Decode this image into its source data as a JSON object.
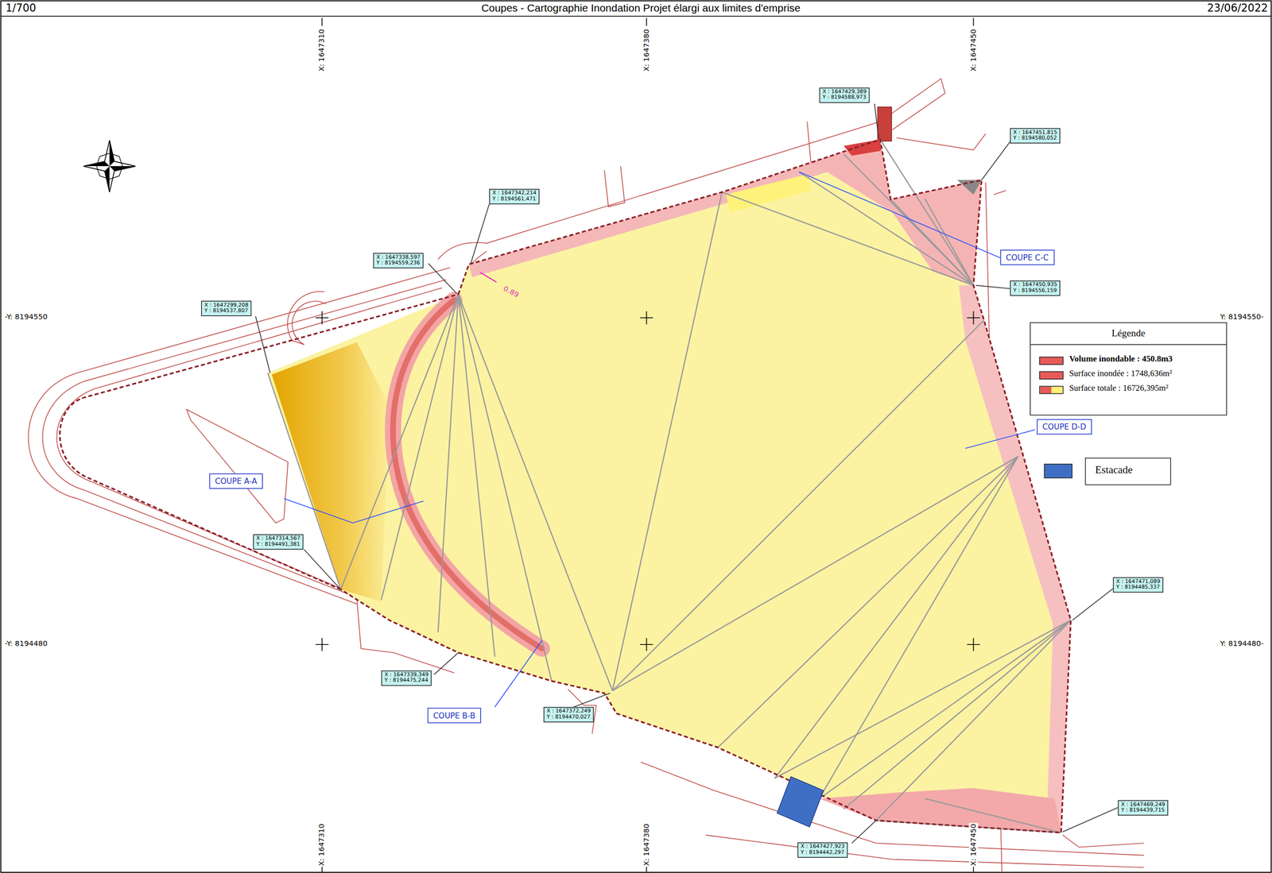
{
  "diagram": {
    "title": "Coupes - Cartographie Inondation Projet élargi aux limites d'emprise",
    "nodes": [
      {
        "text": [
          "X : 1647429,389",
          "Y : 8194588,973"
        ]
      },
      {
        "text": [
          "X : 1647451,815",
          "Y : 8194580,052"
        ]
      },
      {
        "text": [
          "X : 1647342,214",
          "Y : 8194561,471"
        ]
      },
      {
        "text": [
          "X : 1647338,597",
          "Y : 8194559,236"
        ]
      },
      {
        "text": [
          "COUPE C-C"
        ]
      },
      {
        "text": [
          "X : 1647450,935",
          "Y : 8194556,159"
        ]
      },
      {
        "text": [
          "X : 1647299,208",
          "Y : 8194537,807"
        ]
      },
      {
        "text": [
          "COUPE D-D"
        ]
      },
      {
        "text": [
          "COUPE A-A"
        ]
      },
      {
        "text": [
          "X : 1647314,567",
          "Y : 8194491,381"
        ]
      },
      {
        "text": [
          "X : 1647471,089",
          "Y : 8194485,337"
        ]
      },
      {
        "text": [
          "X : 1647339,349",
          "Y : 8194475,244"
        ]
      },
      {
        "text": [
          "X : 1647372,249",
          "Y : 8194470,027"
        ]
      },
      {
        "text": [
          "COUPE B-B"
        ]
      },
      {
        "text": [
          "X : 1647469,249",
          "Y : 8194439,715"
        ]
      },
      {
        "text": [
          "X : 1647427,923",
          "Y : 8194442,297"
        ]
      }
    ],
    "labels": [
      "1/700",
      "23/06/2022",
      "X: 1647310",
      "X: 1647380",
      "X: 1647450",
      "-Y: 8194550",
      "Y: 8194550-",
      "0.89",
      "-Y: 8194480",
      "Y: 8194480-",
      "X: 1647310",
      "X: 1647380",
      "X: 1647450",
      "Légende"
    ],
    "legend": [
      {
        "text": "Volume inondable : 450.8m3",
        "color": "#e85a5a"
      },
      {
        "text": "Surface inondée : 1748,636m²",
        "color": "#e85a5a"
      },
      {
        "text": "Surface totale : 16726,395m²",
        "color": "#fff176"
      },
      {
        "text": "Estacade",
        "color": "#3f6fc4"
      }
    ]
  }
}
